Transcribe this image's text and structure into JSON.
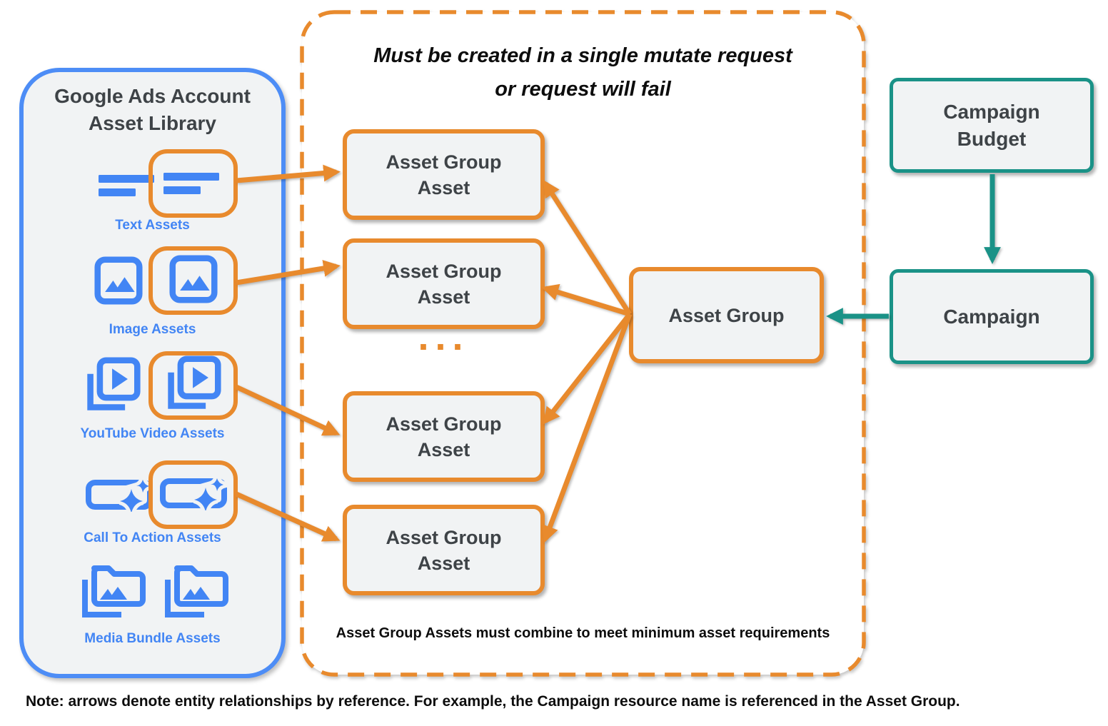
{
  "library": {
    "title_line1": "Google Ads Account",
    "title_line2": "Asset Library",
    "text_assets_label": "Text Assets",
    "image_assets_label": "Image Assets",
    "youtube_assets_label": "YouTube Video  Assets",
    "cta_assets_label": "Call To Action Assets",
    "media_assets_label": "Media Bundle  Assets"
  },
  "mutate_box": {
    "title_line1": "Must be created in a single mutate request",
    "title_line2": "or request will fail",
    "asset_group_asset_label": "Asset Group Asset",
    "ellipsis": "...",
    "asset_group_label": "Asset Group",
    "footnote": "Asset Group Assets must combine to meet minimum asset requirements"
  },
  "entities": {
    "campaign_budget_label": "Campaign Budget",
    "campaign_label": "Campaign"
  },
  "note_text": "Note: arrows denote entity relationships by reference. For example, the Campaign resource name is referenced in the Asset Group.",
  "colors": {
    "blue": "#4285F4",
    "panel_border": "#4D8DF6",
    "orange": "#E88A2D",
    "teal": "#1A9287",
    "box_fill": "#F1F3F4",
    "dark_text": "#3E4347"
  }
}
